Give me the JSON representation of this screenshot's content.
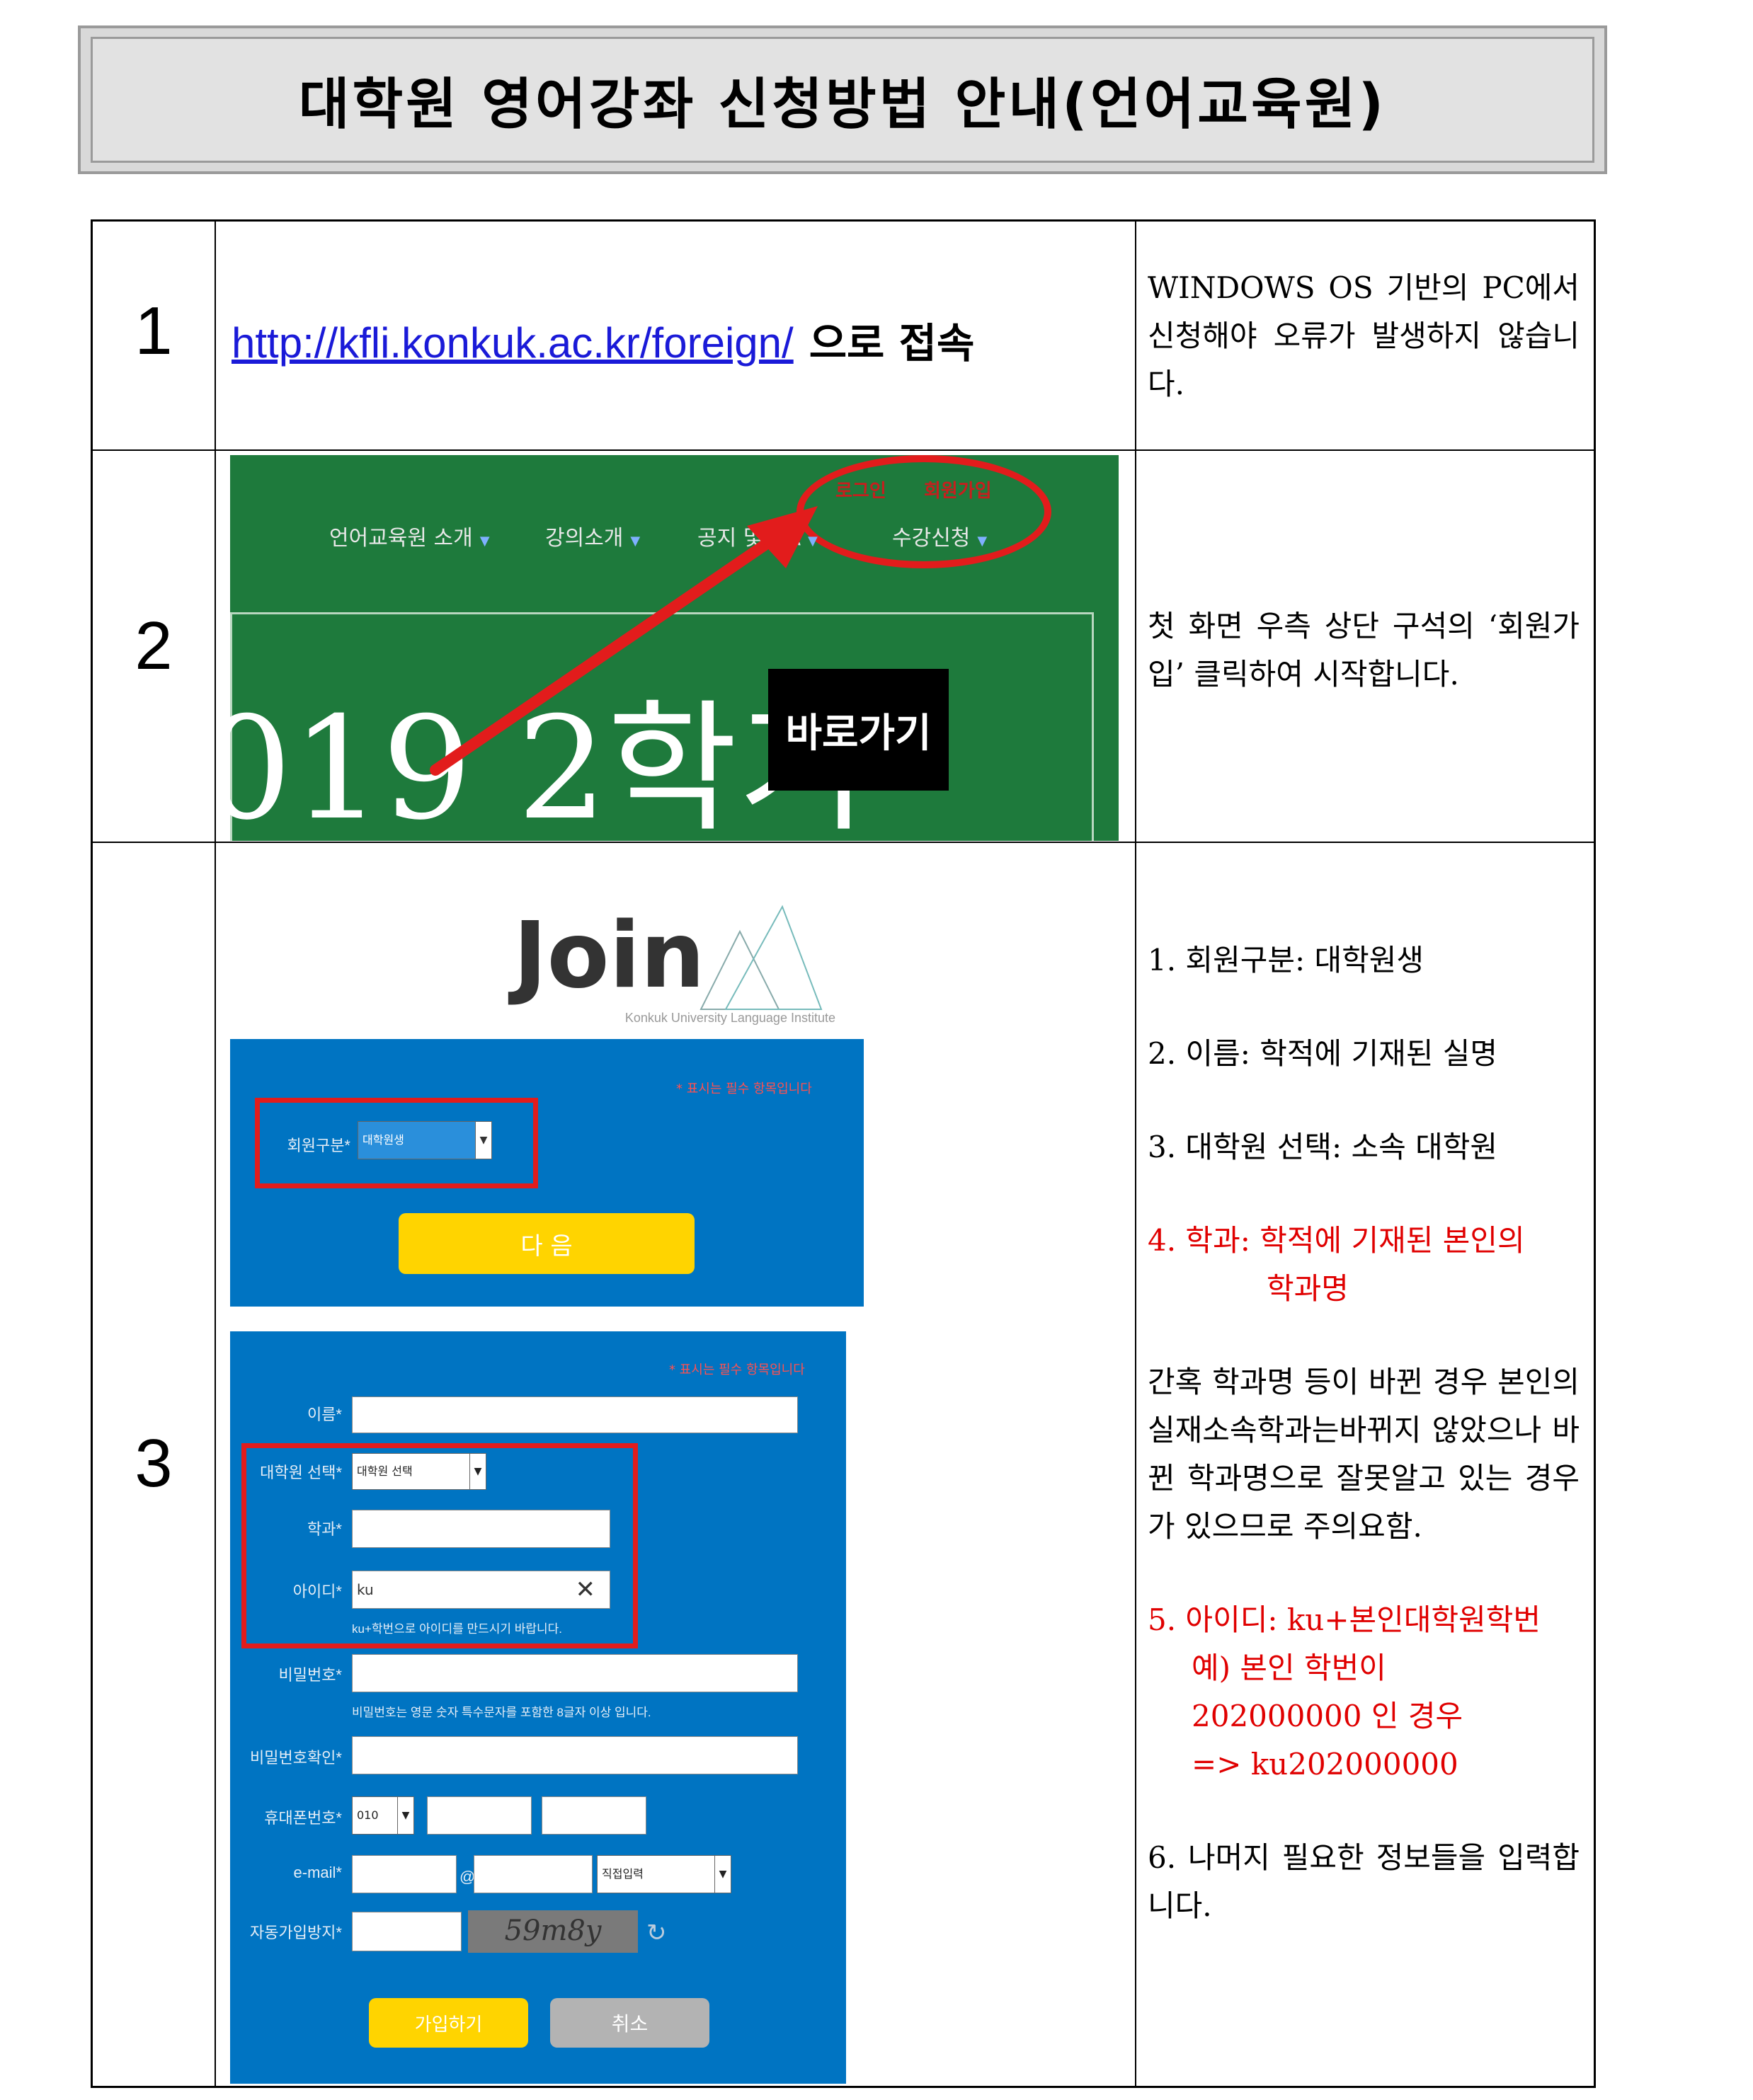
{
  "title": "대학원 영어강좌 신청방법 안내(언어교육원)",
  "rows": [
    {
      "num": "1",
      "link": "http://kfli.konkuk.ac.kr/foreign/",
      "link_suffix": "으로 접속",
      "note": "WINDOWS OS 기반의 PC에서 신청해야 오류가 발생하지 않습니다."
    },
    {
      "num": "2",
      "note": "첫 화면 우측 상단 구석의 ‘회원가입’ 클릭하여 시작합니다.",
      "screenshot": {
        "nav": [
          "언어교육원 소개",
          "강의소개",
          "공지 및 QA",
          "수강신청"
        ],
        "login": "로그인",
        "signup": "회원가입",
        "banner_text": "019 2학기",
        "goto_button": "바로가기"
      }
    },
    {
      "num": "3",
      "notes": {
        "n1": "1. 회원구분: 대학원생",
        "n2": "2. 이름: 학적에 기재된 실명",
        "n3": "3. 대학원 선택: 소속 대학원",
        "n4a": "4. 학과: 학적에 기재된 본인의",
        "n4b": "학과명",
        "n4c": "간혹 학과명 등이 바뀐 경우 본인의 실재소속학과는바뀌지 않았으나 바뀐 학과명으로 잘못알고 있는 경우가 있으므로 주의요함.",
        "n5a": "5. 아이디: ku+본인대학원학번",
        "n5b": "예) 본인 학번이",
        "n5c": "202000000 인 경우",
        "n5d": "=> ku202000000",
        "n6": "6. 나머지 필요한 정보들을 입력합니다."
      },
      "join_screen": {
        "heading": "Join",
        "subheading": "Konkuk University Language Institute",
        "required_note": "* 표시는 필수 항목입니다",
        "member_type_label": "회원구분*",
        "member_type_value": "대학원생",
        "next_button": "다 음"
      },
      "form_screen": {
        "required_note": "* 표시는 필수 항목입니다",
        "name_label": "이름*",
        "grad_label": "대학원 선택*",
        "grad_value": "대학원 선택",
        "dept_label": "학과*",
        "id_label": "아이디*",
        "id_value": "ku",
        "id_clear": "✕",
        "id_hint": "ku+학번으로 아이디를 만드시기 바랍니다.",
        "pw_label": "비밀번호*",
        "pw_hint": "비밀번호는 영문 숫자 특수문자를 포함한 8글자 이상 입니다.",
        "pw_confirm_label": "비밀번호확인*",
        "phone_label": "휴대폰번호*",
        "phone_prefix": "010",
        "email_label": "e-mail*",
        "email_at": "@",
        "email_domain": "직접입력",
        "captcha_label": "자동가입방지*",
        "captcha_text": "59m8y",
        "submit_button": "가입하기",
        "cancel_button": "취소"
      }
    }
  ]
}
